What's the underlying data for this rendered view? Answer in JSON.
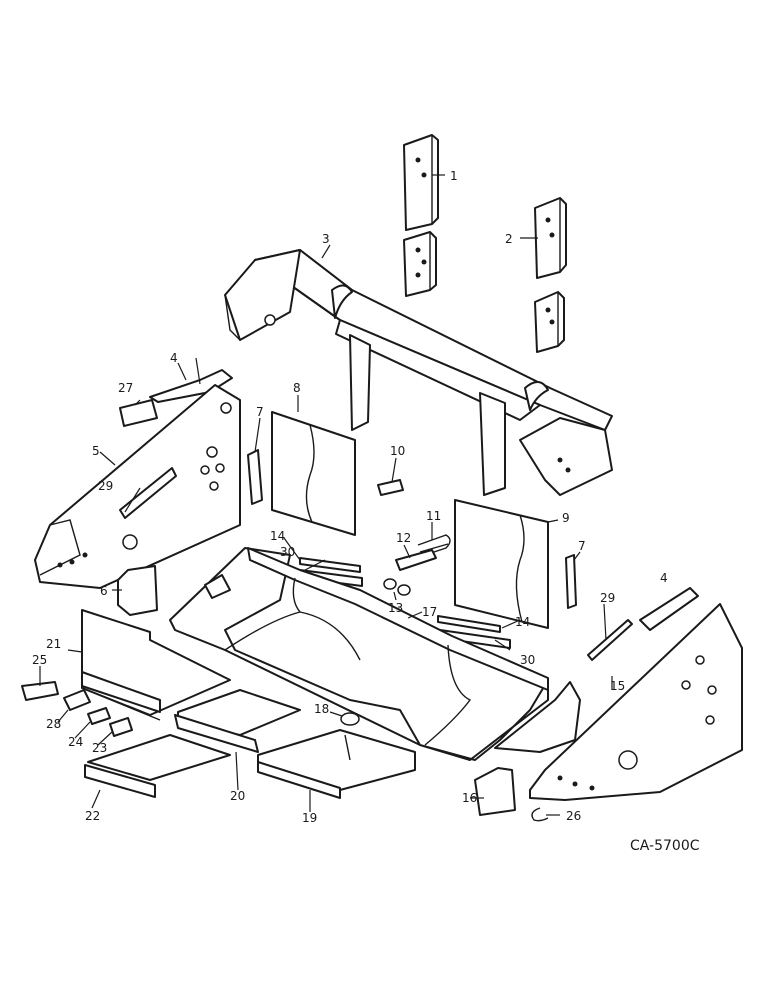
{
  "drawing_code": "CA-5700C",
  "callouts": [
    {
      "id": "c1",
      "label": "1"
    },
    {
      "id": "c2",
      "label": "2"
    },
    {
      "id": "c3",
      "label": "3"
    },
    {
      "id": "c4a",
      "label": "4"
    },
    {
      "id": "c4b",
      "label": "4"
    },
    {
      "id": "c5",
      "label": "5"
    },
    {
      "id": "c6",
      "label": "6"
    },
    {
      "id": "c7a",
      "label": "7"
    },
    {
      "id": "c7b",
      "label": "7"
    },
    {
      "id": "c8",
      "label": "8"
    },
    {
      "id": "c9",
      "label": "9"
    },
    {
      "id": "c10",
      "label": "10"
    },
    {
      "id": "c11",
      "label": "11"
    },
    {
      "id": "c12",
      "label": "12"
    },
    {
      "id": "c13",
      "label": "13"
    },
    {
      "id": "c14a",
      "label": "14"
    },
    {
      "id": "c14b",
      "label": "14"
    },
    {
      "id": "c15",
      "label": "15"
    },
    {
      "id": "c16",
      "label": "16"
    },
    {
      "id": "c17",
      "label": "17"
    },
    {
      "id": "c18",
      "label": "18"
    },
    {
      "id": "c19",
      "label": "19"
    },
    {
      "id": "c20",
      "label": "20"
    },
    {
      "id": "c21",
      "label": "21"
    },
    {
      "id": "c22",
      "label": "22"
    },
    {
      "id": "c23",
      "label": "23"
    },
    {
      "id": "c24",
      "label": "24"
    },
    {
      "id": "c25",
      "label": "25"
    },
    {
      "id": "c26",
      "label": "26"
    },
    {
      "id": "c27",
      "label": "27"
    },
    {
      "id": "c28",
      "label": "28"
    },
    {
      "id": "c29a",
      "label": "29"
    },
    {
      "id": "c29b",
      "label": "29"
    },
    {
      "id": "c30a",
      "label": "30"
    },
    {
      "id": "c30b",
      "label": "30"
    }
  ]
}
